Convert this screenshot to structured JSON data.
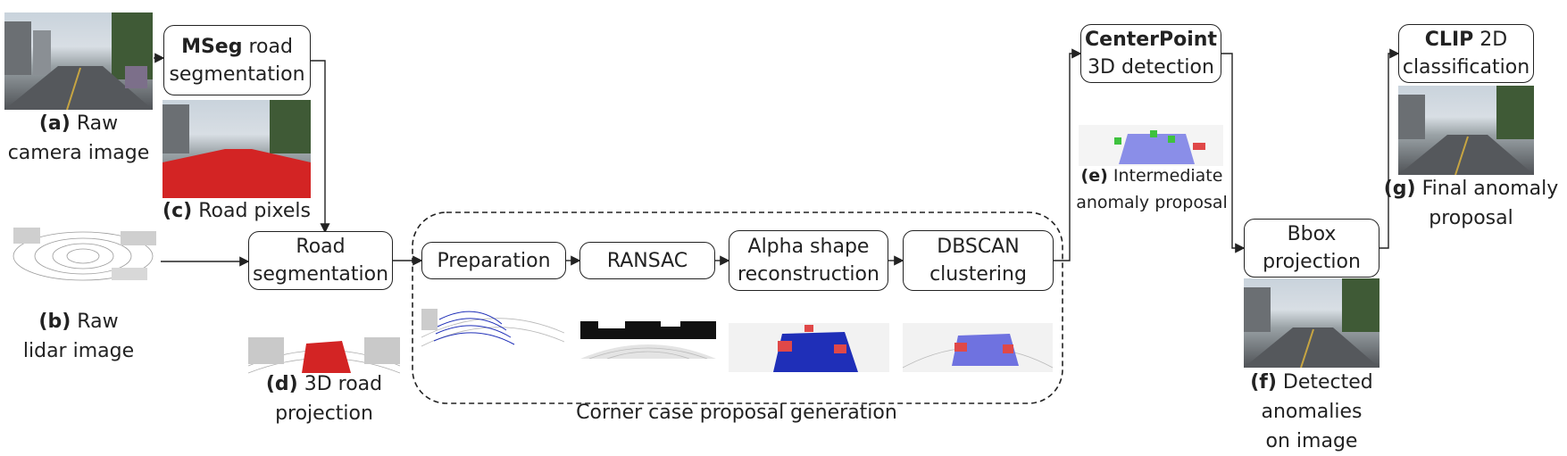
{
  "boxes": {
    "mseg": {
      "bold": "MSeg",
      "rest": "road",
      "line2": "segmentation"
    },
    "road_segmentation": {
      "line1": "Road",
      "line2": "segmentation"
    },
    "preparation": {
      "label": "Preparation"
    },
    "ransac": {
      "label": "RANSAC"
    },
    "alpha_shape": {
      "line1": "Alpha shape",
      "line2": "reconstruction"
    },
    "dbscan": {
      "line1": "DBSCAN",
      "line2": "clustering"
    },
    "centerpoint": {
      "bold": "CenterPoint",
      "line2": "3D detection"
    },
    "bbox": {
      "line1": "Bbox",
      "line2": "projection"
    },
    "clip": {
      "bold": "CLIP",
      "rest": "2D",
      "line2": "classification"
    }
  },
  "captions": {
    "a": {
      "tag": "(a)",
      "line1": "Raw",
      "line2": "camera image"
    },
    "b": {
      "tag": "(b)",
      "line1": "Raw",
      "line2": "lidar image"
    },
    "c": {
      "tag": "(c)",
      "line1": "Road pixels"
    },
    "d": {
      "tag": "(d)",
      "line1": "3D road",
      "line2": "projection"
    },
    "e": {
      "tag": "(e)",
      "line1": "Intermediate",
      "line2": "anomaly proposal"
    },
    "f": {
      "tag": "(f)",
      "line1": "Detected anomalies",
      "line2": "on image"
    },
    "g": {
      "tag": "(g)",
      "line1": "Final anomaly",
      "line2": "proposal"
    }
  },
  "group_label": "Corner case proposal generation",
  "colors": {
    "road_red": "#d32424",
    "lidar_blue": "#1f2fb8",
    "box_red": "#e04848",
    "box_green": "#3ec23e"
  }
}
